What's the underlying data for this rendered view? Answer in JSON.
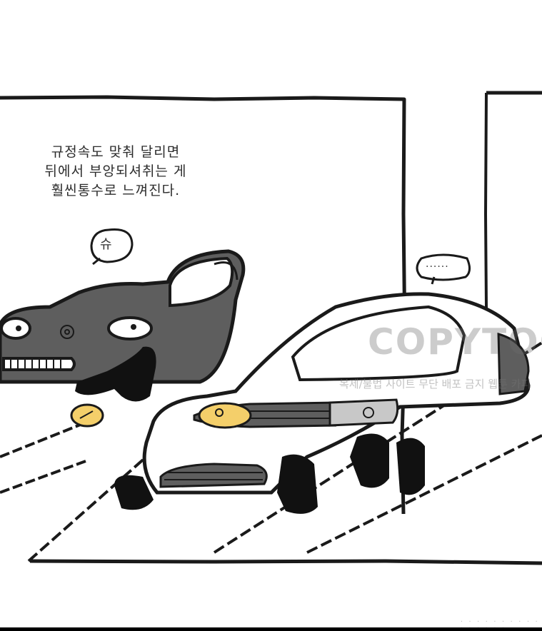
{
  "panel": {
    "narration_lines": "규정속도 맞춰 달리면\n뒤에서 부앙되셔취는 게\n훨씬통수로 느껴진다.",
    "left_bubble": "슈",
    "right_bubble": "......"
  },
  "watermark": {
    "logo": "COPYTOON",
    "caption": "복제/불법 사이트 무단 배포 금지 웹툰 카피"
  },
  "footer": {
    "dots": "· · · · · · · · · · · · · · · ·"
  },
  "colors": {
    "ink": "#1a1a1a",
    "car_dark": "#5e5e5e",
    "car_light": "#c8c8c8",
    "headlight": "#f4cf6a"
  },
  "icons": [
    "spiral-eye-icon",
    "speech-bubble-icon"
  ]
}
